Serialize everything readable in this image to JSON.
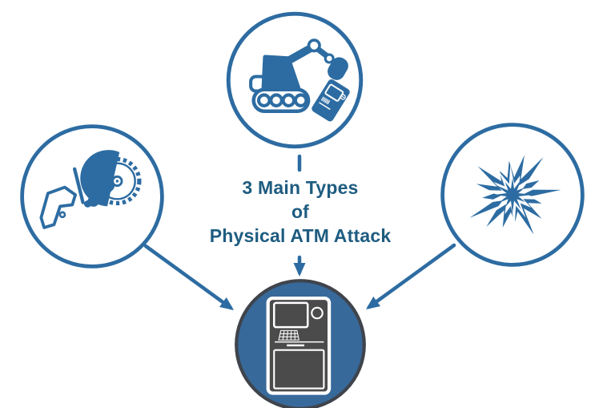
{
  "title": {
    "line1": "3 Main Types",
    "line2": "of",
    "line3": "Physical ATM Attack"
  },
  "icons": {
    "left": "angle-grinder-icon",
    "top": "excavator-icon",
    "right": "explosion-icon",
    "center": "atm-icon"
  },
  "colors": {
    "accent_blue": "#2D6CA2",
    "title_text": "#1E5C80",
    "atm_circle_fill": "#37699B",
    "atm_circle_ring": "#3F444C",
    "atm_body_gray": "#4B4B4B",
    "background": "#FFFFFF"
  }
}
